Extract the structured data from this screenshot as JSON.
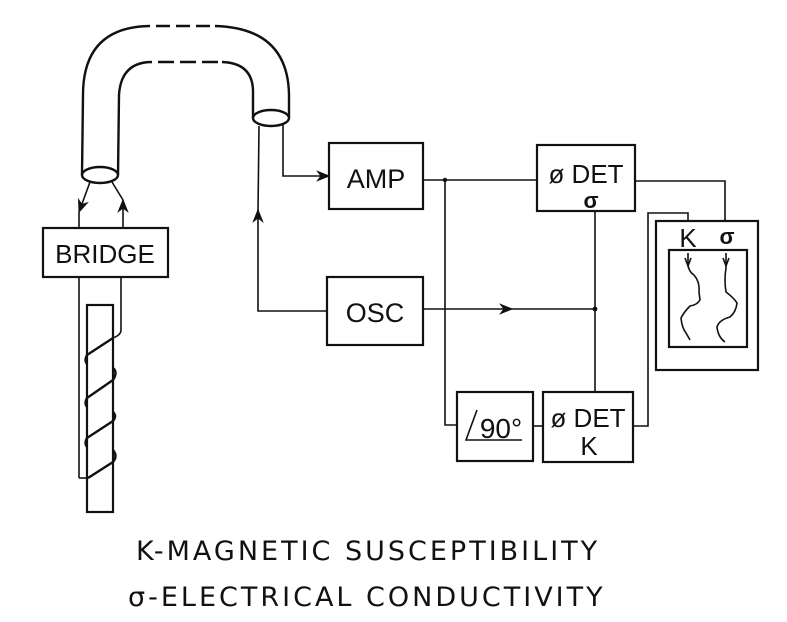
{
  "diagram": {
    "type": "block-diagram",
    "blocks": {
      "bridge": "BRIDGE",
      "amp": "AMP",
      "osc": "OSC",
      "phase_shift": "90°",
      "det_sigma_line1": "ø DET",
      "det_sigma_line2": "σ",
      "det_k_line1": "ø DET",
      "det_k_line2": "K"
    },
    "recorder": {
      "channel_k": "K",
      "channel_sigma": "σ"
    },
    "legend": [
      {
        "symbol": "K",
        "text": "K-MAGNETIC  SUSCEPTIBILITY"
      },
      {
        "symbol": "σ",
        "text": "σ-ELECTRICAL  CONDUCTIVITY"
      }
    ],
    "connections": [
      [
        "cable-right-end",
        "amp"
      ],
      [
        "osc",
        "cable-right-end"
      ],
      [
        "cable-left-end",
        "bridge"
      ],
      [
        "bridge",
        "cable-left-end"
      ],
      [
        "bridge",
        "sample-coil"
      ],
      [
        "amp",
        "det-sigma"
      ],
      [
        "amp",
        "phase-shift-90"
      ],
      [
        "osc",
        "det-sigma"
      ],
      [
        "osc",
        "det-k"
      ],
      [
        "phase-shift-90",
        "det-k"
      ],
      [
        "det-sigma",
        "recorder-sigma"
      ],
      [
        "det-k",
        "recorder-k"
      ]
    ]
  }
}
